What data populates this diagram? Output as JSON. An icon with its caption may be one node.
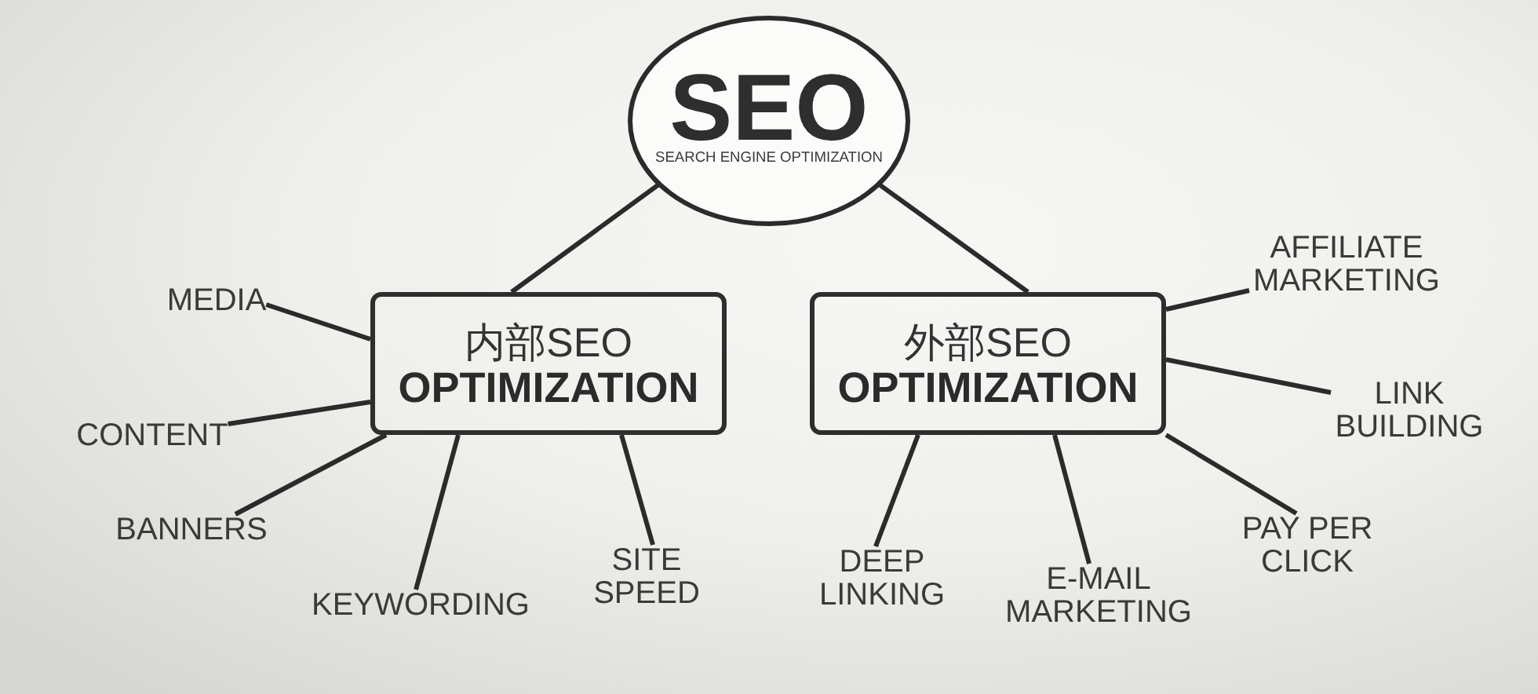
{
  "diagram": {
    "nodes": [
      {
        "text": [
          "SEO",
          "SEARCH ENGINE OPTIMIZATION"
        ]
      },
      {
        "text": [
          "内部SEO",
          "OPTIMIZATION"
        ]
      },
      {
        "text": [
          "外部SEO",
          "OPTIMIZATION"
        ]
      },
      {
        "text": [
          "MEDIA"
        ]
      },
      {
        "text": [
          "CONTENT"
        ]
      },
      {
        "text": [
          "BANNERS"
        ]
      },
      {
        "text": [
          "KEYWORDING"
        ]
      },
      {
        "text": [
          "SITE SPEED"
        ]
      },
      {
        "text": [
          "DEEP LINKING"
        ]
      },
      {
        "text": [
          "E-MAIL MARKETING"
        ]
      },
      {
        "text": [
          "PAY PER CLICK"
        ]
      },
      {
        "text": [
          "LINK BUILDING"
        ]
      },
      {
        "text": [
          "AFFILIATE MARKETING"
        ]
      }
    ],
    "edges": [
      {
        "from": 0,
        "to": 1,
        "arrow": "none"
      },
      {
        "from": 0,
        "to": 2,
        "arrow": "none"
      },
      {
        "from": 1,
        "to": 3,
        "arrow": "none"
      },
      {
        "from": 1,
        "to": 4,
        "arrow": "none"
      },
      {
        "from": 1,
        "to": 5,
        "arrow": "none"
      },
      {
        "from": 1,
        "to": 6,
        "arrow": "none"
      },
      {
        "from": 1,
        "to": 7,
        "arrow": "none"
      },
      {
        "from": 2,
        "to": 8,
        "arrow": "none"
      },
      {
        "from": 2,
        "to": 9,
        "arrow": "none"
      },
      {
        "from": 2,
        "to": 10,
        "arrow": "none"
      },
      {
        "from": 2,
        "to": 11,
        "arrow": "none"
      },
      {
        "from": 2,
        "to": 12,
        "arrow": "none"
      }
    ]
  }
}
